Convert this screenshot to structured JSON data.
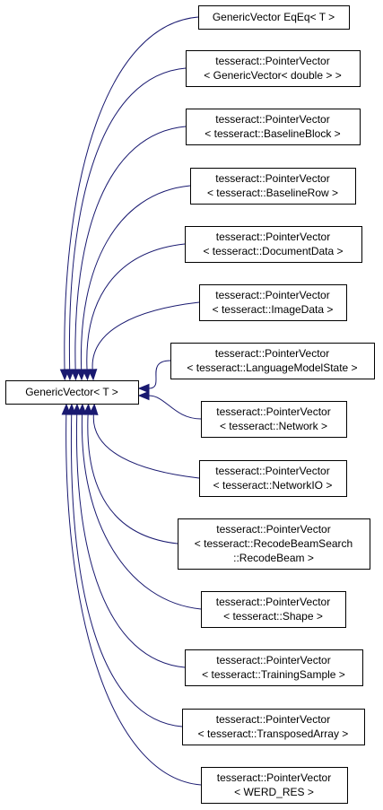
{
  "base": {
    "label": "GenericVector< T >"
  },
  "derived": [
    {
      "id": "eqeq",
      "lines": [
        "GenericVector EqEq< T >"
      ]
    },
    {
      "id": "pv-genvec-double",
      "lines": [
        "tesseract::PointerVector",
        "< GenericVector< double > >"
      ]
    },
    {
      "id": "pv-baselineblock",
      "lines": [
        "tesseract::PointerVector",
        "< tesseract::BaselineBlock >"
      ]
    },
    {
      "id": "pv-baselinerow",
      "lines": [
        "tesseract::PointerVector",
        "< tesseract::BaselineRow >"
      ]
    },
    {
      "id": "pv-documentdata",
      "lines": [
        "tesseract::PointerVector",
        "< tesseract::DocumentData >"
      ]
    },
    {
      "id": "pv-imagedata",
      "lines": [
        "tesseract::PointerVector",
        "< tesseract::ImageData >"
      ]
    },
    {
      "id": "pv-languagemodelstate",
      "lines": [
        "tesseract::PointerVector",
        "< tesseract::LanguageModelState >"
      ]
    },
    {
      "id": "pv-network",
      "lines": [
        "tesseract::PointerVector",
        "< tesseract::Network >"
      ]
    },
    {
      "id": "pv-networkio",
      "lines": [
        "tesseract::PointerVector",
        "< tesseract::NetworkIO >"
      ]
    },
    {
      "id": "pv-recodebeam",
      "lines": [
        "tesseract::PointerVector",
        "< tesseract::RecodeBeamSearch",
        "::RecodeBeam >"
      ]
    },
    {
      "id": "pv-shape",
      "lines": [
        "tesseract::PointerVector",
        "< tesseract::Shape >"
      ]
    },
    {
      "id": "pv-trainingsample",
      "lines": [
        "tesseract::PointerVector",
        "< tesseract::TrainingSample >"
      ]
    },
    {
      "id": "pv-transposedarray",
      "lines": [
        "tesseract::PointerVector",
        "< tesseract::TransposedArray >"
      ]
    },
    {
      "id": "pv-werdres",
      "lines": [
        "tesseract::PointerVector",
        "< WERD_RES >"
      ]
    }
  ],
  "colors": {
    "edge": "#191970",
    "node_border": "#000000",
    "node_fill": "#ffffff"
  }
}
